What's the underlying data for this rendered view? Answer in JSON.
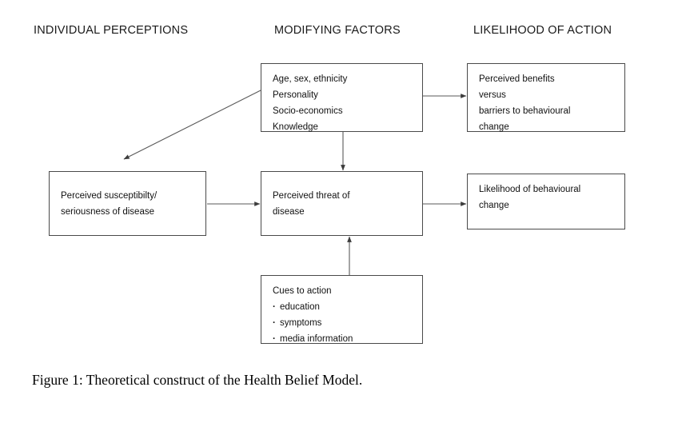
{
  "figure": {
    "caption": "Figure 1:  Theoretical construct of the Health Belief Model.",
    "line_color": "#4a4a4a",
    "text_color": "#111111",
    "background": "#ffffff"
  },
  "column_headers": [
    {
      "id": "individual-perceptions",
      "label": "INDIVIDUAL PERCEPTIONS"
    },
    {
      "id": "modifying-factors",
      "label": "MODIFYING FACTORS"
    },
    {
      "id": "likelihood-of-action",
      "label": "LIKELIHOOD OF ACTION"
    }
  ],
  "boxes": {
    "modifying_factors": {
      "id": "modifying-factors-box",
      "lines": [
        "Age, sex, ethnicity",
        "Personality",
        "Socio-economics",
        "Knowledge"
      ]
    },
    "perceived_benefits": {
      "id": "perceived-benefits-box",
      "lines": [
        "Perceived benefits",
        "versus",
        "barriers to behavioural",
        "change"
      ]
    },
    "perceived_susceptibility": {
      "id": "perceived-susceptibility-box",
      "lines": [
        "Perceived susceptibilty/",
        "seriousness of disease"
      ]
    },
    "perceived_threat": {
      "id": "perceived-threat-box",
      "lines": [
        "Perceived threat of",
        "disease"
      ]
    },
    "likelihood_change": {
      "id": "likelihood-change-box",
      "lines": [
        "Likelihood of behavioural",
        "change"
      ]
    },
    "cues_to_action": {
      "id": "cues-to-action-box",
      "title": "Cues to action",
      "bullets": [
        "education",
        "symptoms",
        "media information"
      ]
    }
  },
  "connectors": [
    {
      "id": "modifying-to-susceptibility",
      "from": "modifying_factors",
      "to": "perceived_susceptibility",
      "direction": "diagonal-down-left"
    },
    {
      "id": "modifying-to-threat",
      "from": "modifying_factors",
      "to": "perceived_threat",
      "direction": "down"
    },
    {
      "id": "modifying-to-benefits",
      "from": "modifying_factors",
      "to": "perceived_benefits",
      "direction": "right"
    },
    {
      "id": "susceptibility-to-threat",
      "from": "perceived_susceptibility",
      "to": "perceived_threat",
      "direction": "right"
    },
    {
      "id": "threat-to-likelihood",
      "from": "perceived_threat",
      "to": "likelihood_change",
      "direction": "right"
    },
    {
      "id": "cues-to-threat",
      "from": "cues_to_action",
      "to": "perceived_threat",
      "direction": "up"
    }
  ]
}
